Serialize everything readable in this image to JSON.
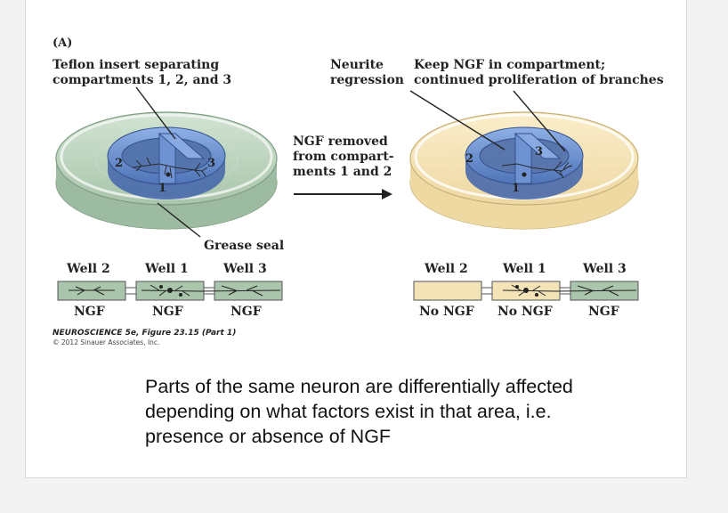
{
  "panel_label": "(A)",
  "left_caption_line1": "Teflon insert separating",
  "left_caption_line2": "compartments 1, 2, and 3",
  "right_caption_a_line1": "Neurite",
  "right_caption_a_line2": "regression",
  "right_caption_b_line1": "Keep NGF in compartment;",
  "right_caption_b_line2": "continued proliferation of branches",
  "arrow_label_line1": "NGF removed",
  "arrow_label_line2": "from compart-",
  "arrow_label_line3": "ments 1 and 2",
  "grease_seal": "Grease seal",
  "compartment_numbers": [
    "2",
    "3",
    "1"
  ],
  "left_wells": [
    {
      "name": "Well 2",
      "condition": "NGF"
    },
    {
      "name": "Well 1",
      "condition": "NGF"
    },
    {
      "name": "Well 3",
      "condition": "NGF"
    }
  ],
  "right_wells": [
    {
      "name": "Well 2",
      "condition": "No NGF"
    },
    {
      "name": "Well 1",
      "condition": "No NGF"
    },
    {
      "name": "Well 3",
      "condition": "NGF"
    }
  ],
  "credit_line1": "NEUROSCIENCE 5e, Figure 23.15 (Part 1)",
  "credit_line2": "© 2012 Sinauer Associates, Inc.",
  "summary_text": "Parts of the same neuron are differentially affected depending on what factors exist in that area, i.e. presence or absence of NGF",
  "colors": {
    "ngf_medium": "#b7d0b8",
    "no_ngf_medium": "#f4e3b6",
    "teflon_insert": "#6d8fcf",
    "dish_rim": "#e3e8ea"
  }
}
